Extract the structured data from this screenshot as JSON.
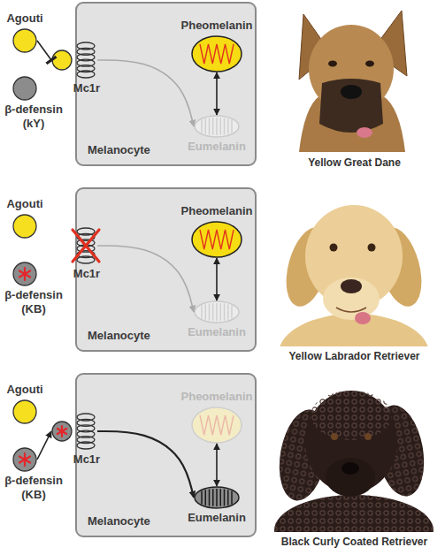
{
  "diagram": {
    "nodes": [
      {
        "text": [
          "Agouti"
        ]
      },
      {
        "text": [
          "β-defensin (kY)"
        ]
      },
      {
        "text": [
          "Melanocyte"
        ]
      },
      {
        "text": [
          "Pheomelanin"
        ],
        "in": 2
      },
      {
        "text": [
          "Mc1r"
        ],
        "in": 2
      },
      {
        "text": [
          "Eumelanin"
        ],
        "in": 2
      },
      {
        "text": [
          "Agouti"
        ]
      },
      {
        "text": [
          "β-defensin (KB)"
        ]
      },
      {
        "text": [
          "Melanocyte"
        ]
      },
      {
        "text": [
          "Pheomelanin"
        ],
        "in": 8
      },
      {
        "text": [
          "Mc1r"
        ],
        "in": 8
      },
      {
        "text": [
          "Eumelanin"
        ],
        "in": 8
      },
      {
        "text": [
          "Agouti"
        ]
      },
      {
        "text": [
          "β-defensin (KB)"
        ]
      },
      {
        "text": [
          "Melanocyte"
        ]
      },
      {
        "text": [
          "Pheomelanin"
        ],
        "in": 14
      },
      {
        "text": [
          "Mc1r"
        ],
        "in": 14
      },
      {
        "text": [
          "Eumelanin"
        ],
        "in": 14
      }
    ],
    "edges": [
      {
        "from": 0,
        "to": 4,
        "arrow": "to"
      },
      {
        "from": 4,
        "to": 5,
        "arrow": "to"
      },
      {
        "from": 5,
        "to": 3,
        "arrow": "both"
      },
      {
        "from": 10,
        "to": 11,
        "arrow": "to"
      },
      {
        "from": 11,
        "to": 9,
        "arrow": "both"
      },
      {
        "from": 13,
        "to": 16,
        "arrow": "to"
      },
      {
        "from": 16,
        "to": 17,
        "arrow": "to"
      },
      {
        "from": 17,
        "to": 15,
        "arrow": "both"
      }
    ],
    "labels": [
      "Yellow Great Dane",
      "Yellow Labrador Retriever",
      "Black Curly Coated Retriever"
    ]
  }
}
